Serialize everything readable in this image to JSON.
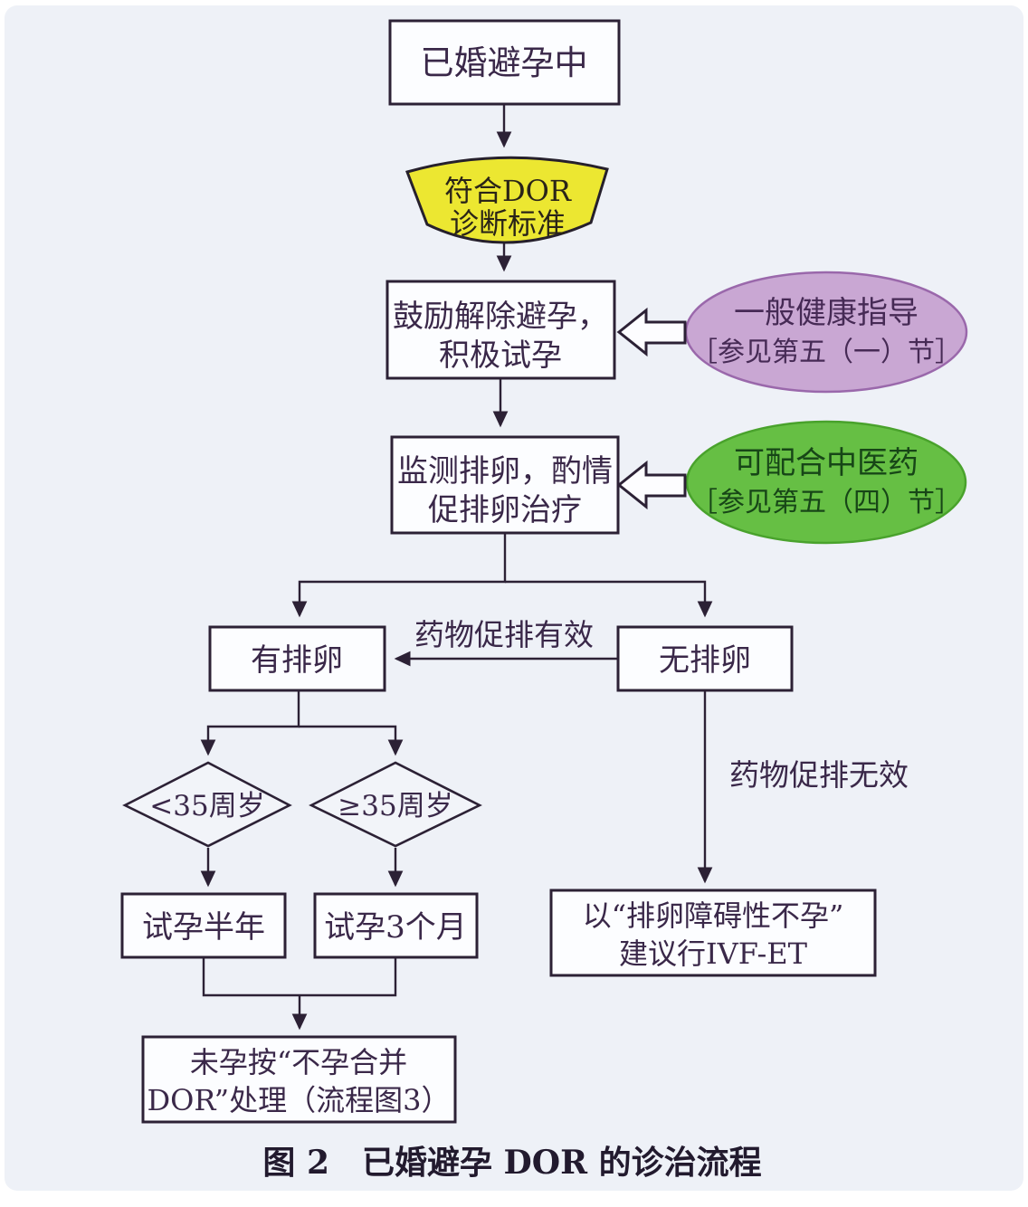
{
  "figure": {
    "caption": "图 2　已婚避孕 DOR 的诊治流程"
  },
  "nodes": {
    "start": {
      "label": "已婚避孕中"
    },
    "criteria": {
      "line1": "符合DOR",
      "line2": "诊断标准"
    },
    "encourage": {
      "line1": "鼓励解除避孕，",
      "line2": "积极试孕"
    },
    "monitor": {
      "line1": "监测排卵，酌情",
      "line2": "促排卵治疗"
    },
    "has_ovulation": {
      "label": "有排卵"
    },
    "no_ovulation": {
      "label": "无排卵"
    },
    "under_35": {
      "label": "<35周岁"
    },
    "over_35": {
      "label": "≥35周岁"
    },
    "try_half_year": {
      "label": "试孕半年"
    },
    "try_3_months": {
      "label": "试孕3个月"
    },
    "not_pregnant": {
      "line1": "未孕按“不孕合并",
      "line2": "DOR”处理（流程图3）"
    },
    "ivf": {
      "line1": "以“排卵障碍性不孕”",
      "line2": "建议行IVF-ET"
    }
  },
  "side_notes": {
    "general_health": {
      "line1": "一般健康指导",
      "line2": "［参见第五（一）节］"
    },
    "tcm": {
      "line1": "可配合中医药",
      "line2": "［参见第五（四）节］"
    }
  },
  "edge_labels": {
    "drug_effective": "药物促排有效",
    "drug_ineffective": "药物促排无效"
  },
  "colors": {
    "panel_background": "#eef1f7",
    "node_fill": "#fcfdff",
    "line": "#2c2135",
    "node_text": "#3a2849",
    "criteria_fill": "#ece731",
    "general_health_fill": "#c9a7d3",
    "general_health_border": "#9a68ab",
    "tcm_fill": "#66bf44",
    "tcm_border": "#49a22c"
  }
}
